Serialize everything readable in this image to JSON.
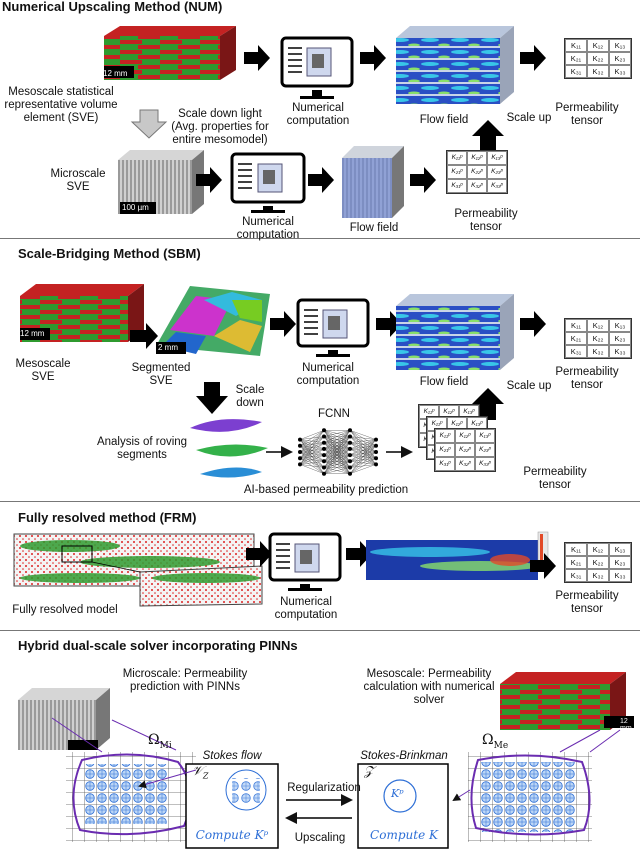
{
  "sections": {
    "num": {
      "title": "Numerical Upscaling Method (NUM)",
      "meso_label": "Mesoscale statistical representative volume element (SVE)",
      "scale_bar": "12 mm",
      "scale_down": "Scale down light",
      "avg_note": "(Avg. properties for entire mesomodel)",
      "num_comp": "Numerical computation",
      "flow_field": "Flow field",
      "perm_tensor": "Permeability tensor",
      "micro_label": "Microscale SVE",
      "micro_scale_bar": "100 µm",
      "num_comp2": "Numerical computation",
      "flow_field2": "Flow field",
      "perm_tensor2": "Permeability tensor",
      "scale_up": "Scale up"
    },
    "sbm": {
      "title": "Scale-Bridging Method (SBM)",
      "meso_label": "Mesoscale SVE",
      "scale_bar": "12 mm",
      "seg_label": "Segmented SVE",
      "seg_scale_bar": "2 mm",
      "num_comp": "Numerical computation",
      "flow_field": "Flow field",
      "perm_tensor": "Permeability tensor",
      "scale_down": "Scale down",
      "scale_up": "Scale up",
      "fcnn": "FCNN",
      "roving": "Analysis of roving segments",
      "ai_pred": "AI-based permeability prediction",
      "perm_tensor2": "Permeability tensor"
    },
    "frm": {
      "title": "Fully resolved method (FRM)",
      "model_label": "Fully resolved model",
      "num_comp": "Numerical computation",
      "perm_tensor": "Permeability tensor"
    },
    "hyb": {
      "title": "Hybrid dual-scale solver incorporating PINNs",
      "micro_label": "Microscale: Permeability prediction with PINNs",
      "meso_label": "Mesoscale: Permeability calculation with numerical solver",
      "scale_bar": "12 mm",
      "omega_mi": "Ω",
      "omega_mi_sub": "Mi",
      "omega_me": "Ω",
      "omega_me_sub": "Me",
      "stokes": "Stokes flow",
      "stokes_brinkman": "Stokes-Brinkman",
      "regularization": "Regularization",
      "upscaling": "Upscaling",
      "vz": "𝒱",
      "vz_sub": "Z",
      "z": "𝒵",
      "kp": "Kᵖ",
      "compute_kp": "Compute Kᵖ",
      "compute_k": "Compute K"
    }
  },
  "tensor_macro": [
    "K₁₁",
    "K₁₂",
    "K₁₃",
    "K₂₁",
    "K₂₂",
    "K₂₃",
    "K₃₁",
    "K₃₂",
    "K₃₃"
  ],
  "tensor_micro": [
    "K₁₁ᵖ",
    "K₁₂ᵖ",
    "K₁₃ᵖ",
    "K₂₁ᵖ",
    "K₂₂ᵖ",
    "K₂₃ᵖ",
    "K₃₁ᵖ",
    "K₃₂ᵖ",
    "K₃₃ᵖ"
  ],
  "colors": {
    "fabric_red": "#c42222",
    "fabric_green": "#2f9a2f",
    "flow_blue": "#2a4fc4",
    "pinn_blue": "#2e6fd6",
    "domain_purple": "#6a2cb0"
  }
}
